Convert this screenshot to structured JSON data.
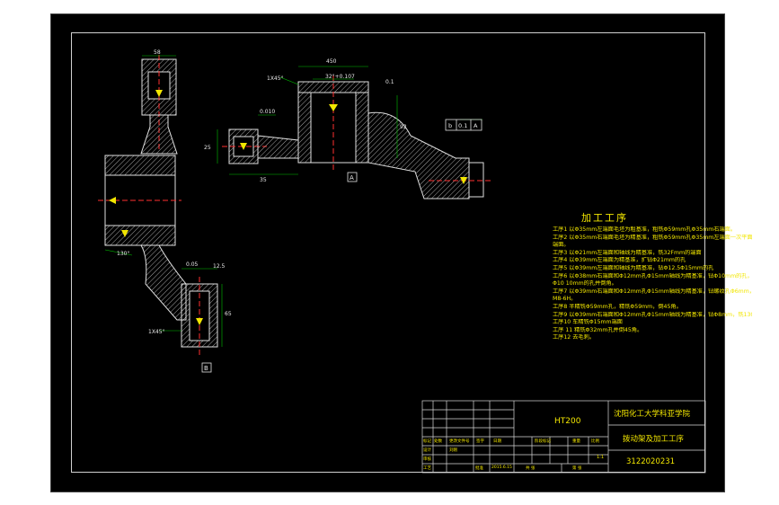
{
  "drawing": {
    "dims": {
      "d_top_left": "58",
      "d_010": "0.010",
      "d_25": "25",
      "d_35": "35",
      "d_top_center": "450",
      "d_32": "32°+0.107",
      "chamfer_top": "1X45°",
      "chamfer_bottom": "1X45°",
      "d_01": "0.1",
      "d_right": "92",
      "d_130": "130°",
      "d_bottom_1": "0.05",
      "d_bottom_2": "12.5",
      "d_bottom_3": "65",
      "datum_a": "A",
      "datum_b": "B",
      "tol_frame": [
        "b",
        "0.1",
        "A"
      ]
    }
  },
  "process": {
    "title": "加工工序",
    "lines": [
      "工序1 以Φ35mm左端面毛坯为粗基准，粗铣Φ59mm孔Φ35mm右端面。",
      "工序2 以Φ35mm右端面毛坯为精基准，粗铣Φ59mm孔Φ35mm左端面一次平面的左",
      "端面。",
      "工序3 以Φ21mm左端面和轴线为精基准，铣32Fmm的端面",
      "工序4 以Φ39mm左端面为精基准，扩钻Φ21mm的孔",
      "工序5 以Φ39mm左端面和轴线为精基准，钻Φ12.5Φ15mm的孔",
      "工序6 以Φ38mm右端面和Φ12mm孔Φ15mm轴线为精基准，钻Φ10mm的孔，扩、铰",
      "Φ10 10mm的孔并倒角。",
      "工序7 以Φ39mm右端面和Φ12mm孔Φ15mm轴线为精基准，钻螺纹孔Φ6mm，攻",
      "M8-6H。",
      "工序8 半精铣Φ59mm孔，精铣Φ59mm，倒45角。",
      "工序9 以Φ39mm右端面和Φ12mm孔Φ15mm轴线为精基准，钻Φ8mm，铣130°倒角。",
      "工序10 车精铣Φ15mm端面",
      "工序 11 精铣Φ32mm孔并倒45角。",
      "工序12 去毛刺。"
    ]
  },
  "titleblock": {
    "material": "HT200",
    "school": "沈阳化工大学科亚学院",
    "part_name": "拨动架及加工工序",
    "drawing_no": "3122020231",
    "scale": "1:1",
    "headers": [
      "标记",
      "处数",
      "更改文件号",
      "签字",
      "日期"
    ],
    "row_labels": [
      "设计",
      "审核",
      "工艺"
    ],
    "right_labels": [
      "阶段标记",
      "重量",
      "比例"
    ],
    "sheet": [
      "共 张",
      "第 张"
    ],
    "designer": "刘刚",
    "date": "2015.6.15",
    "approve": "批准"
  }
}
